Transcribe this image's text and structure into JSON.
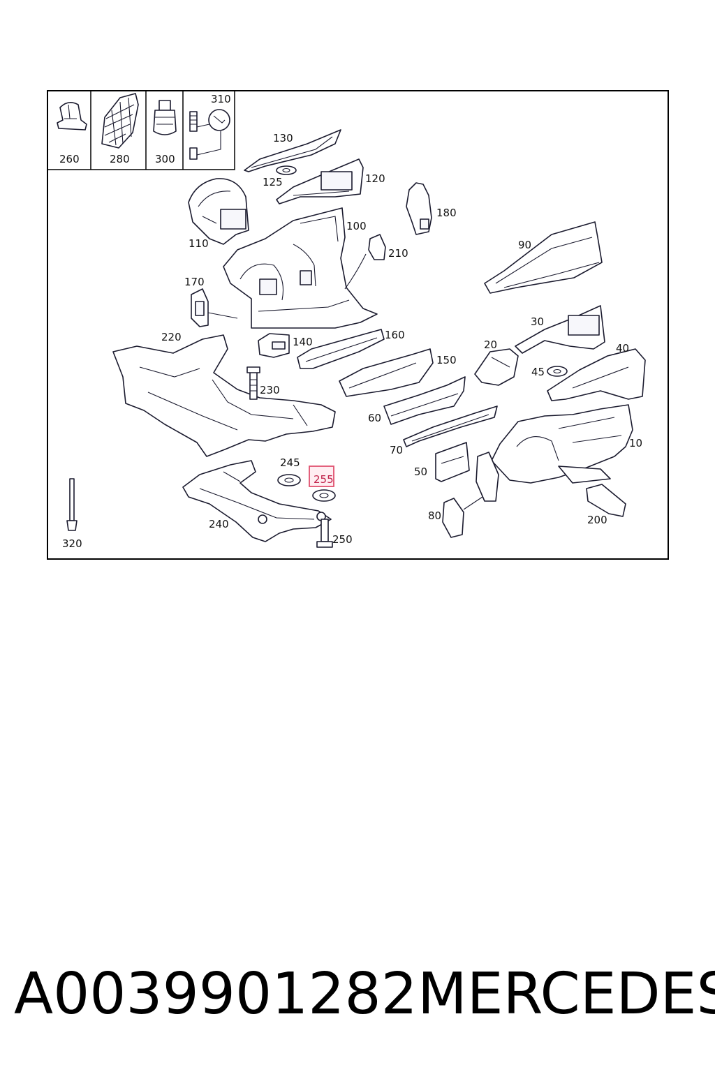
{
  "diagram": {
    "inset_labels": [
      "260",
      "280",
      "300",
      "310"
    ],
    "labels": [
      {
        "id": "130",
        "text": "130"
      },
      {
        "id": "125",
        "text": "125"
      },
      {
        "id": "120",
        "text": "120"
      },
      {
        "id": "110",
        "text": "110"
      },
      {
        "id": "100",
        "text": "100"
      },
      {
        "id": "180",
        "text": "180"
      },
      {
        "id": "210",
        "text": "210"
      },
      {
        "id": "90",
        "text": "90"
      },
      {
        "id": "170",
        "text": "170"
      },
      {
        "id": "140",
        "text": "140"
      },
      {
        "id": "160",
        "text": "160"
      },
      {
        "id": "220",
        "text": "220"
      },
      {
        "id": "230",
        "text": "230"
      },
      {
        "id": "150",
        "text": "150"
      },
      {
        "id": "20",
        "text": "20"
      },
      {
        "id": "30",
        "text": "30"
      },
      {
        "id": "40",
        "text": "40"
      },
      {
        "id": "45",
        "text": "45"
      },
      {
        "id": "60",
        "text": "60"
      },
      {
        "id": "70",
        "text": "70"
      },
      {
        "id": "10",
        "text": "10"
      },
      {
        "id": "245",
        "text": "245"
      },
      {
        "id": "255",
        "text": "255"
      },
      {
        "id": "50",
        "text": "50"
      },
      {
        "id": "240",
        "text": "240"
      },
      {
        "id": "250",
        "text": "250"
      },
      {
        "id": "80",
        "text": "80"
      },
      {
        "id": "200",
        "text": "200"
      },
      {
        "id": "320",
        "text": "320"
      }
    ],
    "highlighted_label": "255",
    "highlight_color": "#e0506e"
  },
  "footer": {
    "part_number": "A0039901282",
    "brand": "MERCEDES"
  }
}
